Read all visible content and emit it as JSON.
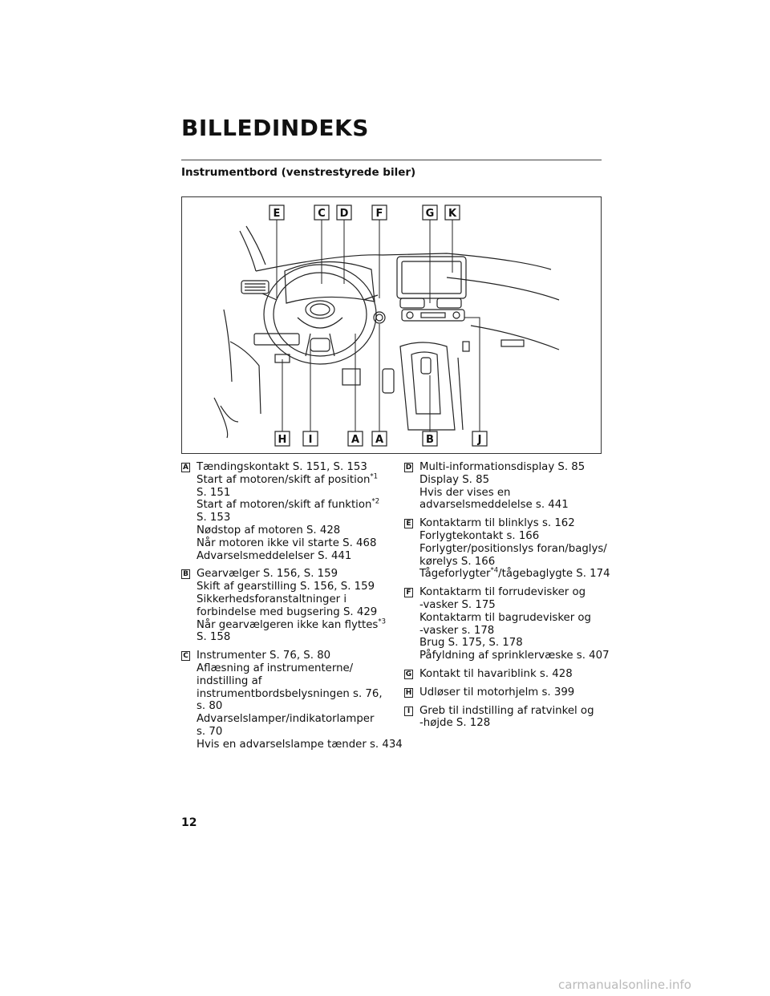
{
  "header": {
    "title": "BILLEDINDEKS"
  },
  "section": {
    "subtitle": "Instrumentbord (venstrestyrede biler)"
  },
  "figure": {
    "top_labels": [
      "E",
      "C",
      "D",
      "F",
      "G",
      "K"
    ],
    "bottom_labels": [
      "H",
      "I",
      "A",
      "A",
      "B",
      "J"
    ]
  },
  "entries_left": [
    {
      "letter": "A",
      "lines": [
        {
          "text": "Tændingskontakt S. 151, S. 153"
        },
        {
          "text": "Start af motoren/skift af position",
          "sup": "*1"
        },
        {
          "text": "S. 151"
        },
        {
          "text": "Start af motoren/skift af funktion",
          "sup": "*2"
        },
        {
          "text": "S. 153"
        },
        {
          "text": "Nødstop af motoren S. 428"
        },
        {
          "text": "Når motoren ikke vil starte S. 468"
        },
        {
          "text": "Advarselsmeddelelser S. 441"
        }
      ]
    },
    {
      "letter": "B",
      "lines": [
        {
          "text": "Gearvælger S. 156, S. 159"
        },
        {
          "text": "Skift af gearstilling S. 156, S. 159"
        },
        {
          "text": "Sikkerhedsforanstaltninger i"
        },
        {
          "text": "forbindelse med bugsering S. 429"
        },
        {
          "text": "Når gearvælgeren ikke kan flyttes",
          "sup": "*3"
        },
        {
          "text": "S. 158"
        }
      ]
    },
    {
      "letter": "C",
      "lines": [
        {
          "text": "Instrumenter S. 76, S. 80"
        },
        {
          "text": "Aflæsning af instrumenterne/"
        },
        {
          "text": "indstilling af"
        },
        {
          "text": "instrumentbordsbelysningen s. 76,"
        },
        {
          "text": "s. 80"
        },
        {
          "text": "Advarselslamper/indikatorlamper"
        },
        {
          "text": "s. 70"
        },
        {
          "text": "Hvis en advarselslampe tænder s. 434"
        }
      ]
    }
  ],
  "entries_right": [
    {
      "letter": "D",
      "lines": [
        {
          "text": "Multi-informationsdisplay S. 85"
        },
        {
          "text": "Display S. 85"
        },
        {
          "text": "Hvis der vises en"
        },
        {
          "text": "advarselsmeddelelse s. 441"
        }
      ]
    },
    {
      "letter": "E",
      "lines": [
        {
          "text": "Kontaktarm til blinklys s. 162"
        },
        {
          "text": "Forlygtekontakt s. 166"
        },
        {
          "text": "Forlygter/positionslys foran/baglys/"
        },
        {
          "text": "kørelys S. 166"
        },
        {
          "text": "Tågeforlygter",
          "sup": "*4",
          "after": "/tågebaglygte S. 174"
        }
      ]
    },
    {
      "letter": "F",
      "lines": [
        {
          "text": "Kontaktarm til forrudevisker og"
        },
        {
          "text": "-vasker S. 175"
        },
        {
          "text": "Kontaktarm til bagrudevisker og"
        },
        {
          "text": "-vasker s. 178"
        },
        {
          "text": "Brug S. 175, S. 178"
        },
        {
          "text": "Påfyldning af sprinklervæske s. 407"
        }
      ]
    },
    {
      "letter": "G",
      "lines": [
        {
          "text": "Kontakt til havariblink s. 428"
        }
      ]
    },
    {
      "letter": "H",
      "lines": [
        {
          "text": "Udløser til motorhjelm s. 399"
        }
      ]
    },
    {
      "letter": "I",
      "lines": [
        {
          "text": "Greb til indstilling af ratvinkel og"
        },
        {
          "text": "-højde S. 128"
        }
      ]
    }
  ],
  "footer": {
    "page_number": "12",
    "watermark": "carmanualsonline.info"
  }
}
